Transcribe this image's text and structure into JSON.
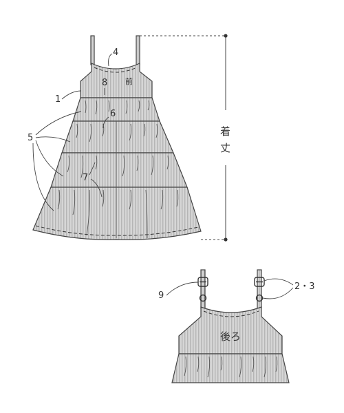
{
  "front_view": {
    "label_front": "前",
    "callouts": [
      "1",
      "4",
      "5",
      "6",
      "7",
      "8"
    ]
  },
  "dimension": {
    "label_line1": "着",
    "label_line2": "丈"
  },
  "back_view": {
    "label_back": "後ろ",
    "callout_left": "9",
    "callout_right": "2・3"
  },
  "colors": {
    "fabric": "#cfcfcf",
    "stripe": "#b8b8b8",
    "line": "#444444"
  }
}
